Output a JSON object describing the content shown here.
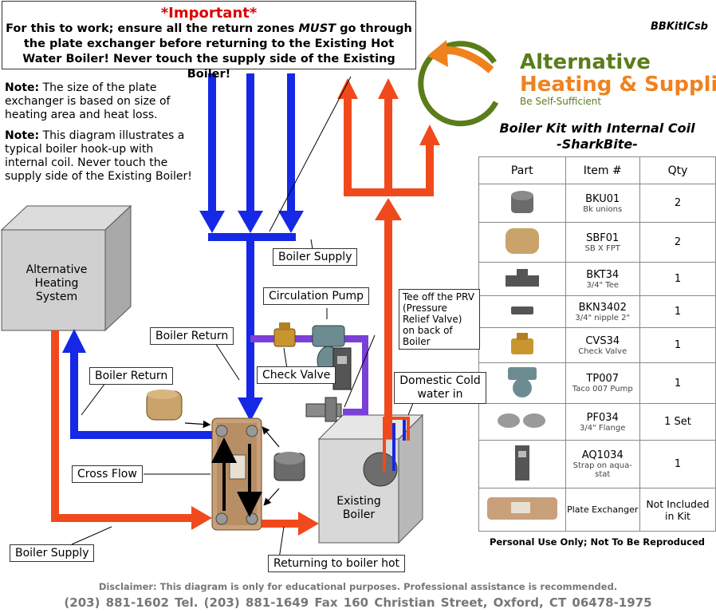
{
  "important": {
    "title": "*Important*",
    "body": "For this to work; ensure all the return zones MUST go through the plate exchanger before returning to the Existing Hot Water Boiler! Never touch the supply side of the Existing Boiler!"
  },
  "doc_code": "BBKitICsb",
  "notes": [
    {
      "label": "Note:",
      "text": " The size of the plate exchanger is based on size of heating area and heat loss."
    },
    {
      "label": "Note:",
      "text": " This diagram illustrates a typical boiler hook-up with internal coil. Never touch the supply side of the Existing Boiler!"
    }
  ],
  "logo": {
    "line1": "Alternative",
    "line2": "Heating & Supplies",
    "tagline": "Be Self-Sufficient",
    "green": "#5a7d1a",
    "orange": "#f0821e"
  },
  "kit": {
    "title": "Boiler Kit with Internal Coil",
    "subtitle": "-SharkBite-",
    "headers": [
      "Part",
      "Item #",
      "Qty"
    ],
    "rows": [
      {
        "code": "BKU01",
        "desc": "Bk unions",
        "qty": "2",
        "icon": "union-icon"
      },
      {
        "code": "SBF01",
        "desc": "SB X FPT",
        "qty": "2",
        "icon": "sharkbite-fitting-icon"
      },
      {
        "code": "BKT34",
        "desc": "3/4\" Tee",
        "qty": "1",
        "icon": "tee-icon"
      },
      {
        "code": "BKN3402",
        "desc": "3/4\" nipple 2\"",
        "qty": "1",
        "icon": "nipple-icon"
      },
      {
        "code": "CVS34",
        "desc": "Check Valve",
        "qty": "1",
        "icon": "check-valve-icon"
      },
      {
        "code": "TP007",
        "desc": "Taco 007 Pump",
        "qty": "1",
        "icon": "pump-icon"
      },
      {
        "code": "PF034",
        "desc": "3/4\" Flange",
        "qty": "1 Set",
        "icon": "flange-icon"
      },
      {
        "code": "AQ1034",
        "desc": "Strap on aqua-stat",
        "qty": "1",
        "icon": "aquastat-icon"
      },
      {
        "code": "",
        "desc": "Plate Exchanger",
        "qty": "Not Included in Kit",
        "icon": "plate-exchanger-icon"
      }
    ],
    "personal_use": "Personal Use Only; Not To Be Reproduced"
  },
  "labels": {
    "alt_system": "Alternative Heating System",
    "boiler_supply_top": "Boiler Supply",
    "circulation_pump": "Circulation Pump",
    "prv": "Tee off the PRV (Pressure Relief Valve) on back of Boiler",
    "boiler_return_1": "Boiler Return",
    "boiler_return_2": "Boiler Return",
    "check_valve": "Check Valve",
    "domestic": "Domestic Cold water in",
    "cross_flow": "Cross Flow",
    "existing_boiler": "Existing Boiler",
    "boiler_supply_bottom": "Boiler Supply",
    "returning": "Returning to boiler hot"
  },
  "colors": {
    "supply": "#f04a1c",
    "return": "#1428e6",
    "pump_line": "#7a40d8"
  },
  "footer": {
    "disclaimer": "Disclaimer:  This diagram is only for educational purposes. Professional assistance is recommended.",
    "contact": "(203) 881-1602 Tel. (203) 881-1649 Fax      160 Christian Street, Oxford, CT 06478-1975"
  }
}
